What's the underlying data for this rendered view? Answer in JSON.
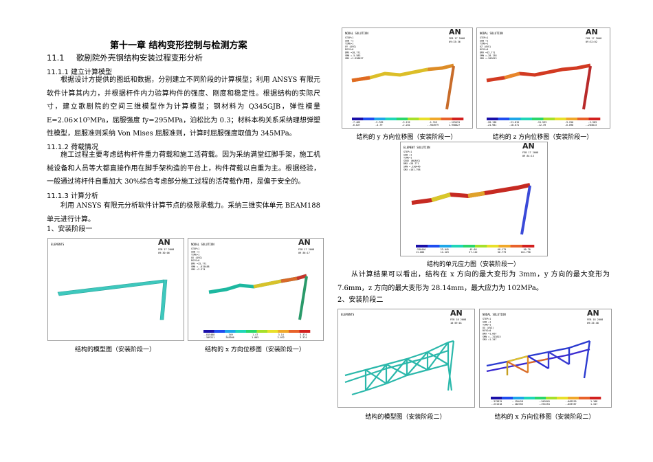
{
  "title": "第十一章  结构变形控制与检测方案",
  "section": {
    "num": "11.1",
    "title": "歌剧院外壳钢结构安装过程变形分析"
  },
  "s1": {
    "heading": "11.1.1    建立计算模型",
    "para": "根据设计方提供的图纸和数据，分别建立不同阶段的计算模型；利用 ANSYS 有限元软件计算其内力，并根据杆件内力验算构件的强度、刚度和稳定性。根据结构的实际尺寸，建立歌剧院的空间三维模型作为计算模型；钢材料为 Q345GJB，弹性模量 E=2.06×10⁵MPa，屈服强度 fy=295MPa，泊松比为 0.3；材料本构关系采纳理想弹塑性模型，屈服准则采纳 Von Mises 屈服准则，计算时屈服强度取值为 345MPa。"
  },
  "s2": {
    "heading": "11.1.2    荷载情况",
    "para": "施工过程主要考虑结构杆件重力荷载和施工活荷载。因为采纳满堂红脚手架，施工机械设备和人员等大都直接作用在脚手架构造的平台上，构件荷载以自重为主。根据经验，一般通过将杆件自重加大 30%综合考虑部分施工过程的活荷载作用，是偏于安全的。"
  },
  "s3": {
    "heading": "11.1.3    计算分析",
    "para": "利用 ANSYS 有限元分析软件计算节点的极限承载力。采纳三维实体单元 BEAM188 单元进行计算。"
  },
  "stage1": "1、安装阶段一",
  "stage2": "2、安装阶段二",
  "result": "从计算结果可以看出，结构在 x 方向的最大变形为 3mm，y 方向的最大变形为 7.6mm，z 方向的最大变形为 28.14mm，最大应力为 102MPa。",
  "ansys_logo": "AN",
  "figures": {
    "f1": {
      "caption": "结构的模型图（安装阶段一）",
      "label": "ELEMENTS",
      "date": "FEB 17 2008",
      "time": "09:30:06"
    },
    "f2": {
      "caption": "结构的 x 方向位移图（安装阶段一）",
      "label": "NODAL SOLUTION",
      "date": "FEB 17 2008",
      "time": "09:36:17",
      "info": [
        "STEP=1",
        "SUB =1",
        "TIME=1",
        "UX      (AVG)",
        "RSYS=0",
        "DMX =35.771",
        "SMN =-.815488",
        "SMX =3.374"
      ],
      "scale_top": [
        "-.815488",
        "-.349",
        "1.47",
        "3.14",
        "3.374"
      ],
      "scale_bot": [
        "-.509211",
        ".348566",
        "1.005",
        "2.032",
        "3.374"
      ]
    },
    "f3": {
      "caption": "结构的 y 方向位移图（安装阶段一）",
      "label": "NODAL SOLUTION",
      "date": "FEB 17 2008",
      "time": "09:33:36",
      "info": [
        "STEP=1",
        "SUB =1",
        "TIME=1",
        "UY      (AVG)",
        "RSYS=0",
        "DMX =28.771",
        "SMN =-5.583",
        "SMX =1.958827"
      ],
      "scale_top": [
        "-7.465",
        "-5.789",
        "-3.132",
        "-1.315",
        "-.125431"
      ],
      "scale_bot": [
        "-6.627",
        "-4.79",
        "-2.281",
        "-.984979",
        "1.958827"
      ]
    },
    "f4": {
      "caption": "结构的 z 方向位移图（安装阶段一）",
      "label": "NODAL SOLUTION",
      "date": "FEB 17 2008",
      "time": "09:32:02",
      "info": [
        "STEP=1",
        "SUB =1",
        "TIME=1",
        "UZ      (AVG)",
        "RSYS=0",
        "DMX =35.771",
        "SMN =-28.138",
        "SMX =.203813"
      ],
      "scale_top": [
        "-28.138",
        "-21.815",
        "-15.533",
        "-9.256",
        "-2.983"
      ],
      "scale_bot": [
        "-24.981",
        "-18.671",
        "-12.39",
        "-6.098",
        "-.203813"
      ]
    },
    "f5": {
      "caption": "结构的单元应力图（安装阶段一）",
      "label": "ELEMENT SOLUTION",
      "date": "FEB 17 2008",
      "time": "09:34:13",
      "info": [
        "STEP=1",
        "SUB =1",
        "TIME=1",
        "SEQV    (NOAVG)",
        "DMX =28.771",
        "SMN =.530446",
        "SMX =101.798"
      ],
      "scale_top": [
        ".530446",
        "23.045",
        "45.68",
        "68.175",
        "90.70"
      ],
      "scale_bot": [
        "11.886",
        "14.423",
        "37.142",
        "56.779",
        "101.798"
      ]
    },
    "f6": {
      "caption": "结构的模型图（安装阶段二）",
      "label": "ELEMENTS",
      "date": "FEB 18 2008",
      "time": "10:59:01"
    },
    "f7": {
      "caption": "结构的 x 方向位移图（安装阶段二）",
      "label": "NODAL SOLUTION",
      "date": "FEB 18 2008",
      "time": "09:25:48",
      "info": [
        "STEP=1",
        "SUB =1",
        "TIME=1",
        "UX      (AVG)",
        "RSYS=0",
        "DMX =1.667",
        "SMN =-.313815",
        "SMX =1.347"
      ],
      "scale_top": [
        "-.313815",
        "-.150418",
        "-.949549",
        "-.009299",
        "1.188"
      ],
      "scale_bot": [
        "-.231518",
        "-.402353",
        "-.294194",
        "-.063787",
        "1.347"
      ]
    }
  }
}
